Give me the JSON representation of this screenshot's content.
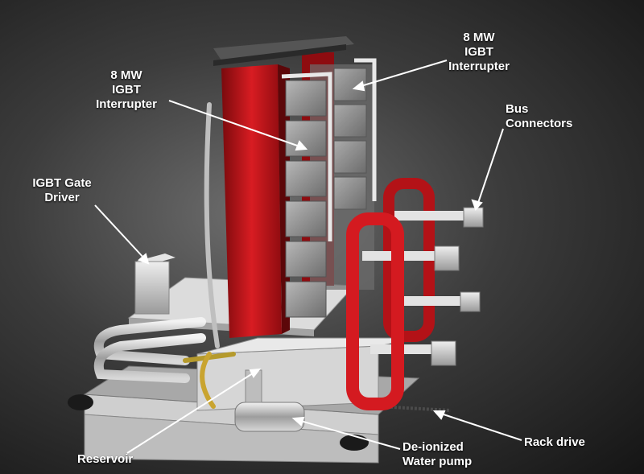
{
  "labels": {
    "igbt_interrupter_left": [
      "8 MW",
      "IGBT",
      "Interrupter"
    ],
    "igbt_interrupter_right": [
      "8 MW",
      "IGBT",
      "Interrupter"
    ],
    "bus_connectors": [
      "Bus",
      "Connectors"
    ],
    "igbt_gate_driver": [
      "IGBT Gate",
      "Driver"
    ],
    "reservoir": "Reservoir",
    "deionized_water_pump": [
      "De-ionized",
      "Water pump"
    ],
    "rack_drive": "Rack drive"
  },
  "colors": {
    "interrupter_red": "#c4141a",
    "metal_light": "#d9d9d9",
    "metal_dark": "#8a8a8a",
    "label_text": "#ffffff"
  }
}
